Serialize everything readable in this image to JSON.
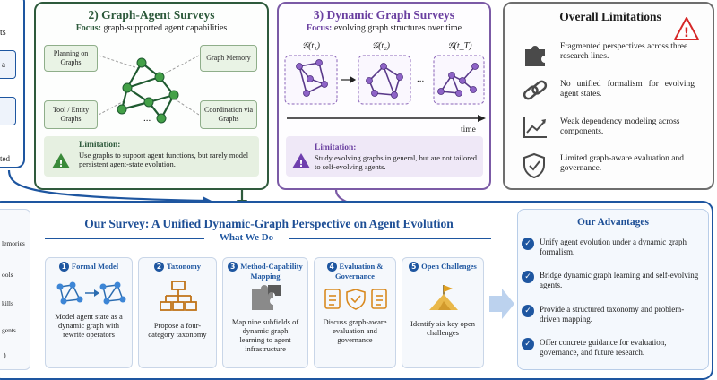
{
  "left_partial": {
    "line1": "ts",
    "line2": "a",
    "line3": "ted",
    "bottom_items": [
      "lemories",
      "ools",
      "kills",
      "gents",
      ")"
    ]
  },
  "graph_agent": {
    "title": "2) Graph-Agent Surveys",
    "focus_label": "Focus:",
    "focus_text": "graph-supported agent capabilities",
    "boxes": [
      "Planning on Graphs",
      "Graph Memory",
      "Tool / Entity Graphs",
      "Coordination via Graphs"
    ],
    "ellipsis": "...",
    "limitation_label": "Limitation:",
    "limitation_text": "Use graphs to support agent functions, but rarely model persistent agent-state evolution."
  },
  "dynamic_graph": {
    "title": "3) Dynamic Graph Surveys",
    "focus_label": "Focus:",
    "focus_text": "evolving graph structures over time",
    "snapshots": [
      "𝒢(t₁)",
      "𝒢(t₂)",
      "𝒢(t_T)"
    ],
    "ellipsis": "...",
    "time_label": "time",
    "limitation_label": "Limitation:",
    "limitation_text": "Study evolving graphs in general, but are not tailored to self-evolving agents."
  },
  "limitations": {
    "title": "Overall Limitations",
    "items": [
      {
        "text": "Fragmented perspectives across three research lines.",
        "icon": "puzzle-icon"
      },
      {
        "text": "No unified formalism for evolving agent states.",
        "icon": "chain-link-icon"
      },
      {
        "text": "Weak dependency modeling across components.",
        "icon": "chart-trend-icon"
      },
      {
        "text": "Limited graph-aware evaluation and governance.",
        "icon": "shield-check-icon"
      }
    ]
  },
  "survey": {
    "title": "Our Survey: A Unified Dynamic-Graph Perspective on Agent Evolution",
    "what_we_do": "What We Do",
    "steps": [
      {
        "num": "1",
        "title": "Formal Model",
        "desc": "Model agent state as a dynamic graph with rewrite operators"
      },
      {
        "num": "2",
        "title": "Taxonomy",
        "desc": "Propose a four-category taxonomy"
      },
      {
        "num": "3",
        "title": "Method-Capability Mapping",
        "desc": "Map nine subfields of dynamic graph learning to agent infrastructure"
      },
      {
        "num": "4",
        "title": "Evaluation & Governance",
        "desc": "Discuss graph-aware evaluation and governance"
      },
      {
        "num": "5",
        "title": "Open Challenges",
        "desc": "Identify six key open challenges"
      }
    ]
  },
  "advantages": {
    "title": "Our Advantages",
    "items": [
      "Unify agent evolution under a dynamic graph formalism.",
      "Bridge dynamic graph learning and self-evolving agents.",
      "Provide a structured taxonomy and problem-driven mapping.",
      "Offer concrete guidance for evaluation, governance, and future research."
    ]
  },
  "colors": {
    "green": "#2e5a3c",
    "purple": "#7b5aa6",
    "blue": "#1e56a0",
    "gray": "#6e6e6e",
    "red": "#d62828"
  }
}
